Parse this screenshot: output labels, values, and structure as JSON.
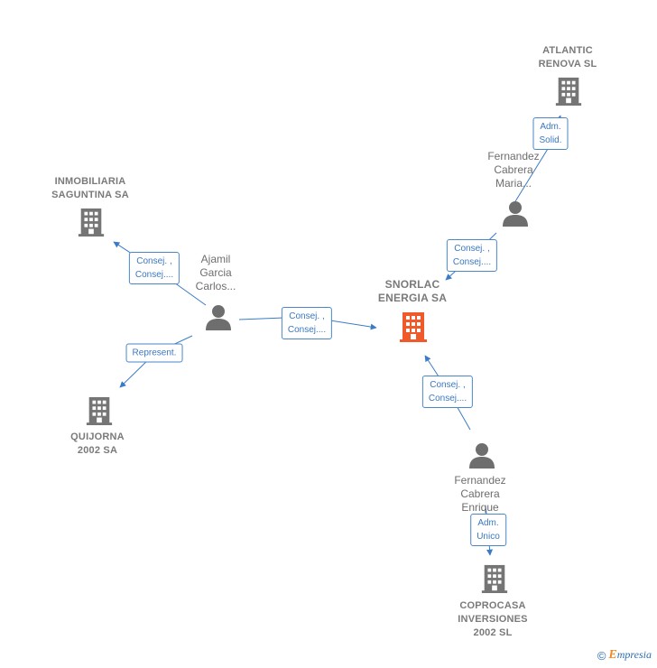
{
  "companies": [
    {
      "id": "snorlac",
      "lines": [
        "SNORLAC",
        "ENERGIA SA"
      ],
      "main": true,
      "color": "#f05a2a"
    },
    {
      "id": "atlantic",
      "lines": [
        "ATLANTIC",
        "RENOVA  SL"
      ],
      "main": false,
      "color": "#757575"
    },
    {
      "id": "inmobiliaria",
      "lines": [
        "INMOBILIARIA",
        "SAGUNTINA SA"
      ],
      "main": false,
      "color": "#757575"
    },
    {
      "id": "quijorna",
      "lines": [
        "QUIJORNA",
        "2002 SA"
      ],
      "main": false,
      "color": "#757575"
    },
    {
      "id": "coprocasa",
      "lines": [
        "COPROCASA",
        "INVERSIONES",
        "2002  SL"
      ],
      "main": false,
      "color": "#757575"
    }
  ],
  "persons": [
    {
      "id": "fernandez-maria",
      "lines": [
        "Fernandez",
        "Cabrera",
        "Maria..."
      ]
    },
    {
      "id": "ajamil",
      "lines": [
        "Ajamil",
        "Garcia",
        "Carlos..."
      ]
    },
    {
      "id": "fernandez-enrique",
      "lines": [
        "Fernandez",
        "Cabrera",
        "Enrique"
      ]
    }
  ],
  "roles": [
    {
      "id": "adm-solid",
      "lines": [
        "Adm.",
        "Solid."
      ]
    },
    {
      "id": "consej-maria",
      "lines": [
        "Consej. ,",
        "Consej...."
      ]
    },
    {
      "id": "consej-inmob",
      "lines": [
        "Consej. ,",
        "Consej...."
      ]
    },
    {
      "id": "consej-ajamil-snorlac",
      "lines": [
        "Consej. ,",
        "Consej...."
      ]
    },
    {
      "id": "represent",
      "lines": [
        "Represent."
      ]
    },
    {
      "id": "consej-enrique",
      "lines": [
        "Consej. ,",
        "Consej...."
      ]
    },
    {
      "id": "adm-unico",
      "lines": [
        "Adm.",
        "Unico"
      ]
    }
  ],
  "watermark": {
    "symbol": "©",
    "brand_initial": "E",
    "brand_rest": "mpresia"
  },
  "colors": {
    "link": "#3a7bc8",
    "building_gray": "#757575",
    "building_main": "#f05a2a",
    "person": "#6e6e6e"
  }
}
